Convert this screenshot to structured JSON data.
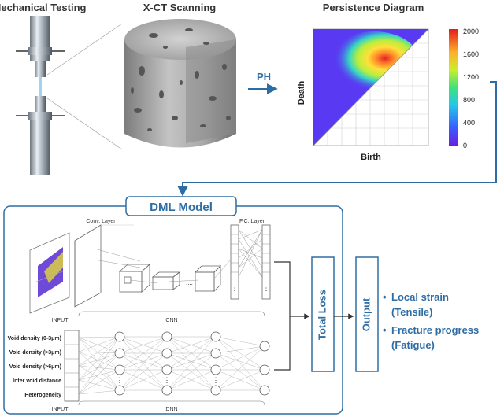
{
  "panels": {
    "mechanical_testing": "Mechanical Testing",
    "xct_scanning": "X-CT Scanning",
    "persistence_diagram": "Persistence Diagram"
  },
  "ph_label": "PH",
  "persistence": {
    "x_label": "Birth",
    "y_label": "Death",
    "colorbar_ticks": [
      "2000",
      "1600",
      "1200",
      "800",
      "400",
      "0"
    ]
  },
  "dml": {
    "title": "DML Model",
    "cnn": {
      "conv_layer": "Conv. Layer",
      "fc_layer": "F.C. Layer",
      "input_label": "INPUT",
      "name": "CNN",
      "ellipsis": "...."
    },
    "dnn": {
      "inputs": [
        "Void density (0-3μm)",
        "Void density (>3μm)",
        "Void density (>6μm)",
        "Inter void distance",
        "Heterogeneity"
      ],
      "input_label": "INPUT",
      "name": "DNN"
    },
    "total_loss": "Total Loss",
    "output": "Output",
    "results": [
      {
        "bullet": "•",
        "line1": "Local strain",
        "line2": "(Tensile)"
      },
      {
        "bullet": "•",
        "line1": "Fracture progress",
        "line2": "(Fatigue)"
      }
    ]
  },
  "colors": {
    "accent": "#2E6DA4",
    "dark_text": "#333333"
  }
}
